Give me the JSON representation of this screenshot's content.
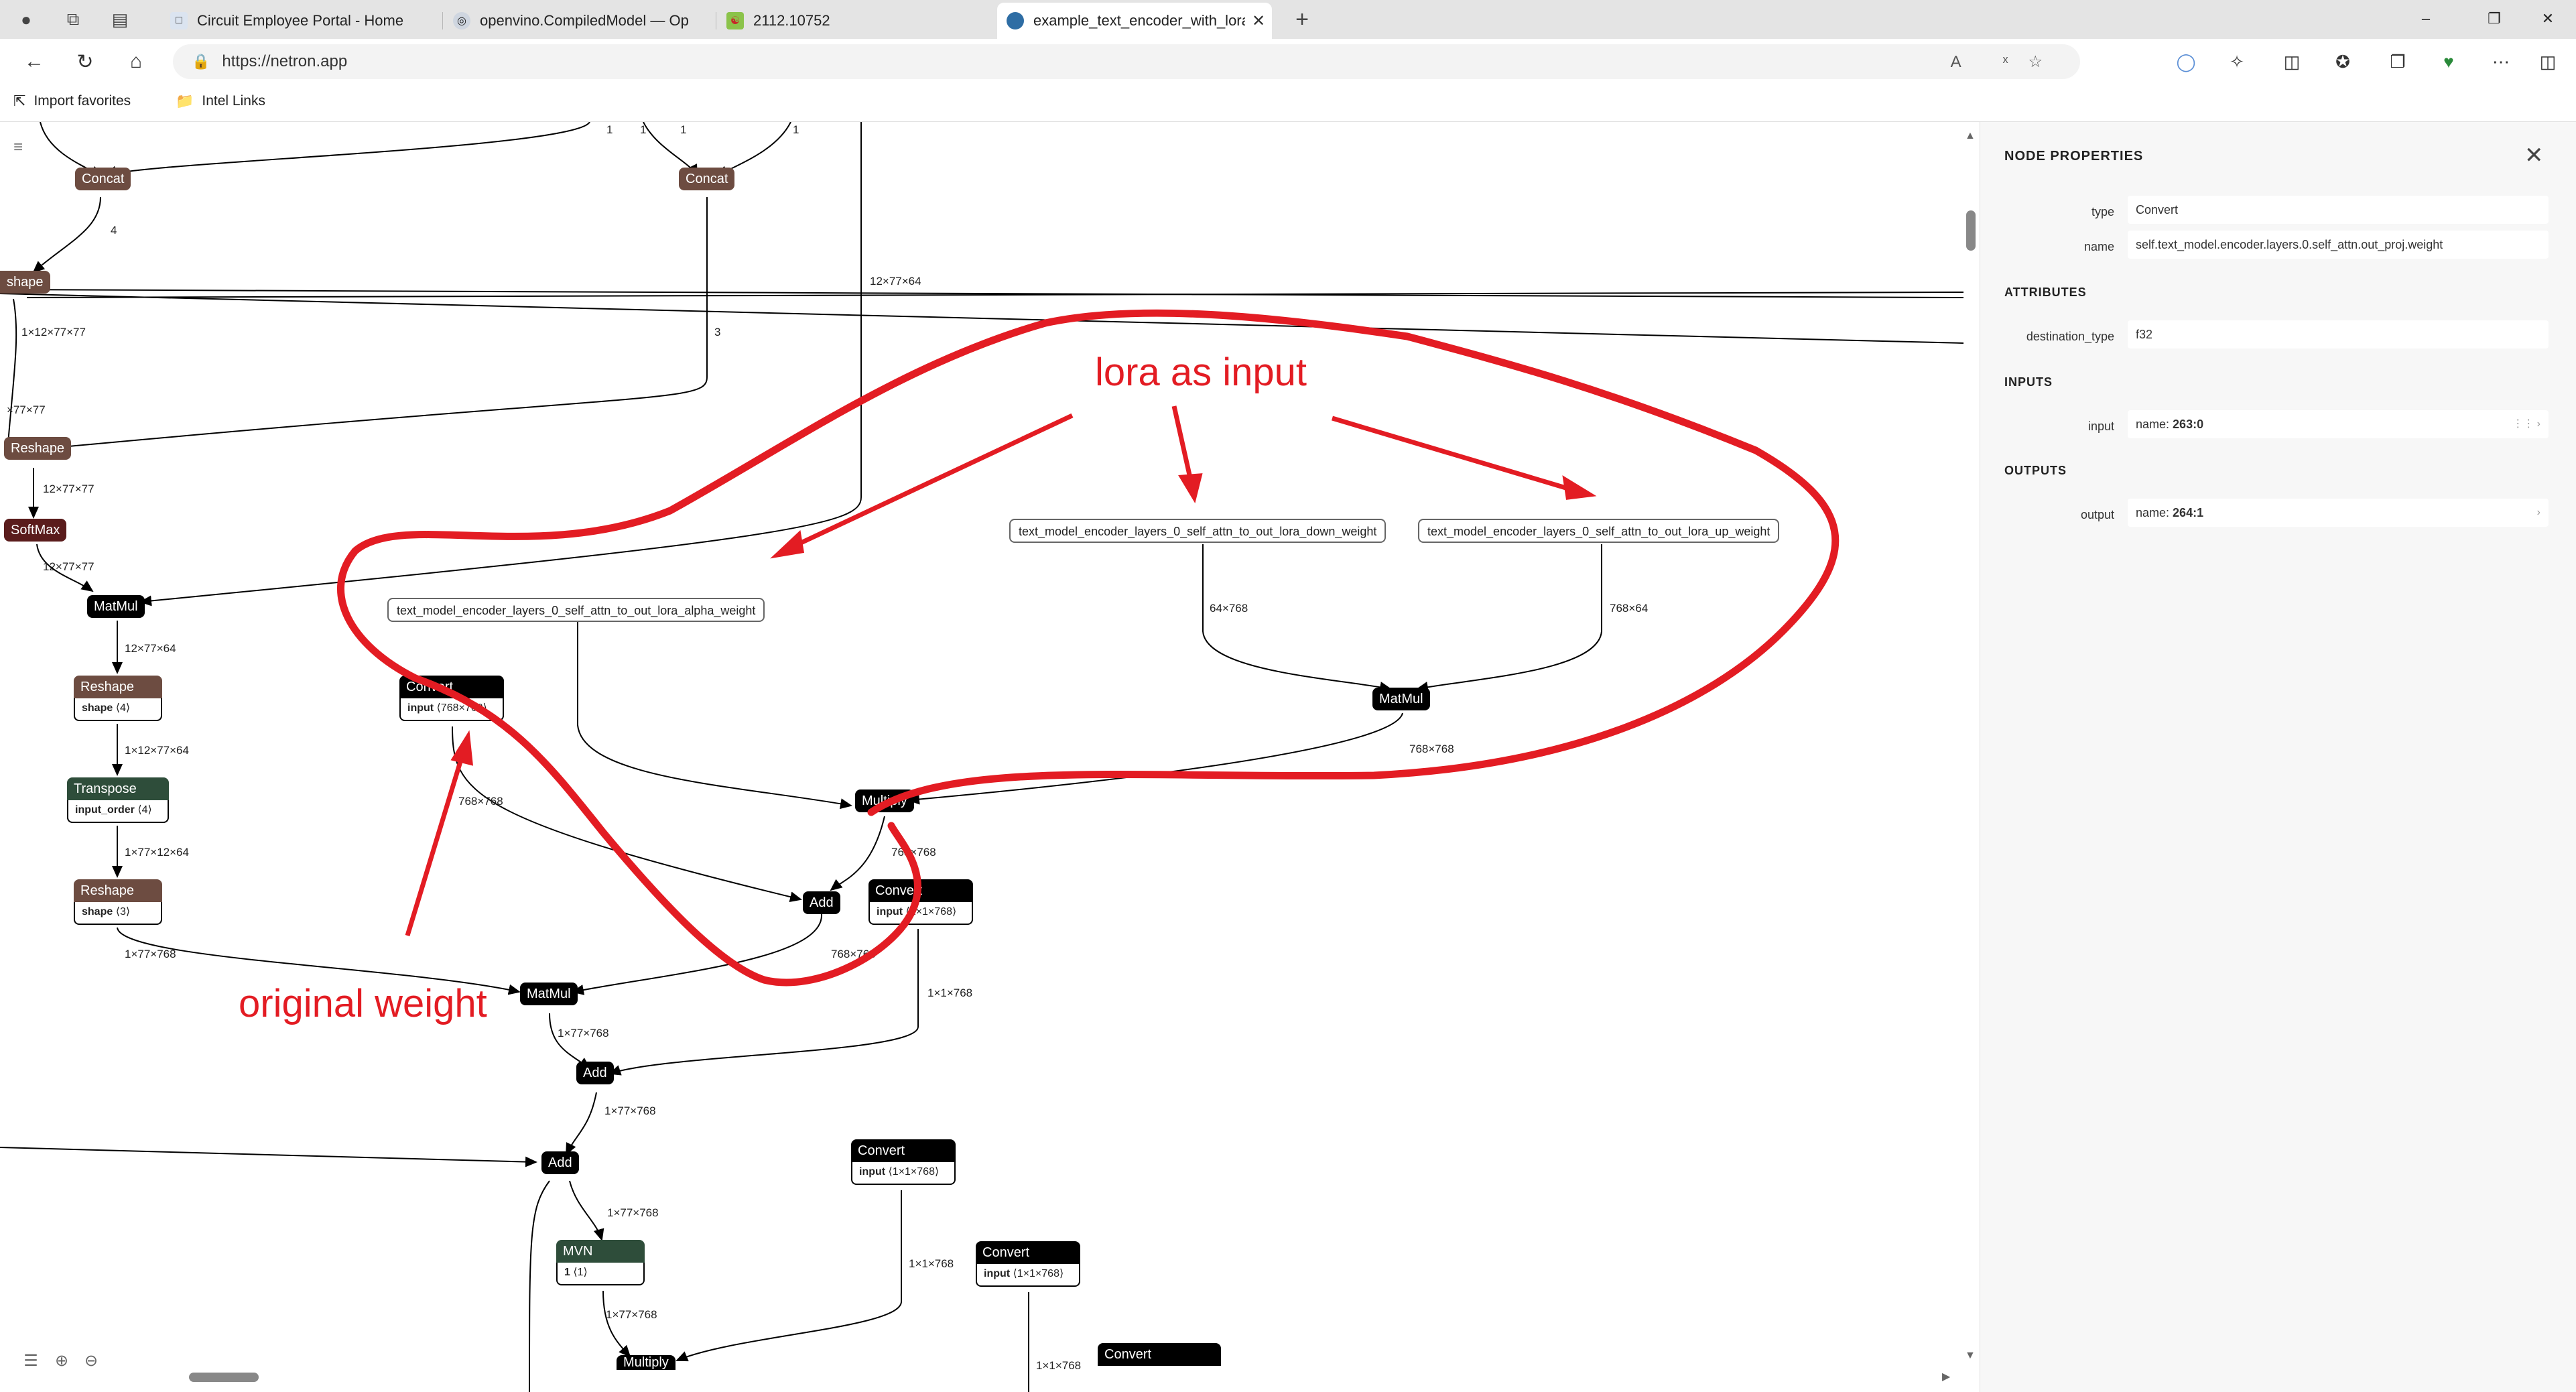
{
  "browser": {
    "tabs": [
      {
        "title": "Circuit Employee Portal - Home",
        "favicon": "page-icon"
      },
      {
        "title": "openvino.CompiledModel — Op",
        "favicon": "openvino-icon"
      },
      {
        "title": "2112.10752",
        "favicon": "arxiv-icon"
      },
      {
        "title": "example_text_encoder_with_lora",
        "favicon": "netron-icon",
        "active": true
      }
    ],
    "new_tab_label": "+",
    "address": "https://netron.app",
    "favorites": [
      {
        "label": "Import favorites"
      },
      {
        "label": "Intel Links"
      }
    ]
  },
  "graph": {
    "nodes": {
      "concat1": {
        "type": "Concat"
      },
      "concat2": {
        "type": "Concat"
      },
      "reshape_top": {
        "type": "shape"
      },
      "reshape1": {
        "type": "Reshape"
      },
      "softmax": {
        "type": "SoftMax"
      },
      "matmul1": {
        "type": "MatMul"
      },
      "reshape2": {
        "type": "Reshape",
        "attr_name": "shape",
        "attr_value": "⟨4⟩"
      },
      "transpose": {
        "type": "Transpose",
        "attr_name": "input_order",
        "attr_value": "⟨4⟩"
      },
      "reshape3": {
        "type": "Reshape",
        "attr_name": "shape",
        "attr_value": "⟨3⟩"
      },
      "convert1": {
        "type": "Convert",
        "attr_name": "input",
        "attr_value": "⟨768×768⟩"
      },
      "matmul_lora": {
        "type": "MatMul"
      },
      "multiply": {
        "type": "Multiply"
      },
      "add1": {
        "type": "Add"
      },
      "convert2": {
        "type": "Convert",
        "attr_name": "input",
        "attr_value": "⟨1×1×768⟩"
      },
      "matmul2": {
        "type": "MatMul"
      },
      "add2": {
        "type": "Add"
      },
      "add3": {
        "type": "Add"
      },
      "convert3": {
        "type": "Convert",
        "attr_name": "input",
        "attr_value": "⟨1×1×768⟩"
      },
      "mvn": {
        "type": "MVN",
        "attr_name": "1",
        "attr_value": "⟨1⟩"
      },
      "convert4": {
        "type": "Convert",
        "attr_name": "input",
        "attr_value": "⟨1×1×768⟩"
      },
      "multiply2": {
        "type": "Multiply"
      },
      "convert5": {
        "type": "Convert"
      }
    },
    "inputs": {
      "alpha": "text_model_encoder_layers_0_self_attn_to_out_lora_alpha_weight",
      "down": "text_model_encoder_layers_0_self_attn_to_out_lora_down_weight",
      "up": "text_model_encoder_layers_0_self_attn_to_out_lora_up_weight"
    },
    "edge_labels": {
      "e_1a": "1",
      "e_1b": "1",
      "e_1c": "1",
      "e_1d": "1",
      "e_4": "4",
      "e_12x77x64_top": "12×77×64",
      "e_1x12x77x77": "1×12×77×77",
      "e_3": "3",
      "e_x77x77": "×77×77",
      "e_12x77x77a": "12×77×77",
      "e_12x77x77b": "12×77×77",
      "e_12x77x64": "12×77×64",
      "e_1x12x77x64": "1×12×77×64",
      "e_1x77x12x64": "1×77×12×64",
      "e_1x77x768a": "1×77×768",
      "e_768x768a": "768×768",
      "e_64x768": "64×768",
      "e_768x64": "768×64",
      "e_768x768b": "768×768",
      "e_768x768c": "768×768",
      "e_768x768d": "768×768",
      "e_1x1x768a": "1×1×768",
      "e_1x77x768b": "1×77×768",
      "e_1x77x768c": "1×77×768",
      "e_1x77x768d": "1×77×768",
      "e_1x1x768b": "1×1×768",
      "e_1x77x768e": "1×77×768",
      "e_1x1x768c": "1×1×768"
    }
  },
  "annotations": {
    "lora_label": "lora as input",
    "original_label": "original weight",
    "color": "#e31c23"
  },
  "properties": {
    "title": "NODE PROPERTIES",
    "type_label": "type",
    "type_value": "Convert",
    "name_label": "name",
    "name_value": "self.text_model.encoder.layers.0.self_attn.out_proj.weight",
    "attributes_header": "ATTRIBUTES",
    "destination_type_label": "destination_type",
    "destination_type_value": "f32",
    "inputs_header": "INPUTS",
    "input_label": "input",
    "input_name_prefix": "name:",
    "input_name_value": "263:0",
    "outputs_header": "OUTPUTS",
    "output_label": "output",
    "output_name_prefix": "name:",
    "output_name_value": "264:1"
  }
}
